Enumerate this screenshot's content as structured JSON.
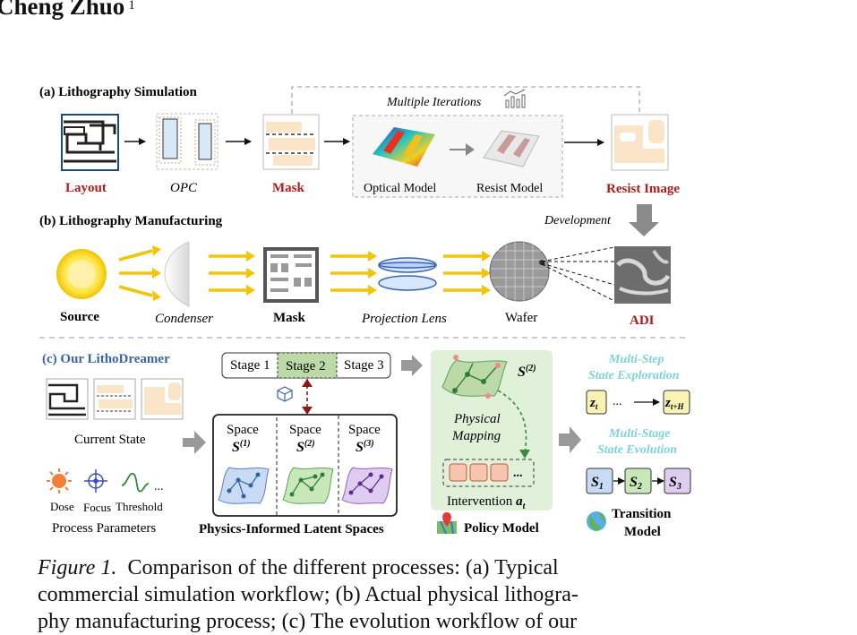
{
  "header": {
    "author": "Cheng Zhuo",
    "affiliation_mark": "1"
  },
  "figure": {
    "a": {
      "title": "(a) Lithography Simulation",
      "iterations": "Multiple Iterations",
      "layout": "Layout",
      "opc": "OPC",
      "mask": "Mask",
      "optical_model": "Optical Model",
      "resist_model": "Resist Model",
      "resist_image": "Resist Image"
    },
    "b": {
      "title": "(b) Lithography Manufacturing",
      "development": "Development",
      "source": "Source",
      "condenser": "Condenser",
      "mask": "Mask",
      "projection_lens": "Projection Lens",
      "wafer": "Wafer",
      "adi": "ADI"
    },
    "c": {
      "title": "(c) Our LithoDreamer",
      "stages": [
        "Stage 1",
        "Stage 2",
        "Stage 3"
      ],
      "current_state": "Current State",
      "space_word": "Space",
      "space_syms": [
        "S",
        "S",
        "S"
      ],
      "space_sups": [
        "(1)",
        "(2)",
        "(3)"
      ],
      "dose": "Dose",
      "focus": "Focus",
      "threshold": "Threshold",
      "ellipsis": "...",
      "process_parameters": "Process Parameters",
      "latent_spaces": "Physics-Informed Latent Spaces",
      "policy_sym": "S",
      "policy_sup": "(2)",
      "physical": "Physical",
      "mapping": "Mapping",
      "intervention": "Intervention ",
      "intervention_sym": "a",
      "intervention_sub": "t",
      "policy_model": "Policy Model",
      "multi_step_1": "Multi-Step",
      "multi_step_2": "State Exploration",
      "z_t": "z",
      "z_t_sub": "t",
      "z_th": "z",
      "z_th_sub": "t+H",
      "multi_stage_1": "Multi-Stage",
      "multi_stage_2": "State Evolution",
      "s_states": [
        "S",
        "S",
        "S"
      ],
      "s_subs": [
        "1",
        "2",
        "3"
      ],
      "transition_1": "Transition",
      "transition_2": "Model"
    },
    "colors": {
      "red_label": "#b01c1c",
      "blue_title": "#3a63a8",
      "cyan_text": "#7fd3d8",
      "stage_green": "#bcd9a8",
      "policy_bg": "#e1f0d8",
      "yellow_box": "#fbf3b4",
      "blue_box": "#c9daf4",
      "green_box": "#c8e8b9",
      "purple_box": "#dfccf1"
    }
  },
  "caption": {
    "label": "Figure 1.",
    "line1": "Comparison of the different processes: (a) Typical",
    "line2": "commercial simulation workflow; (b) Actual physical lithogra-",
    "line3": "phy manufacturing process; (c) The evolution workflow of our"
  }
}
